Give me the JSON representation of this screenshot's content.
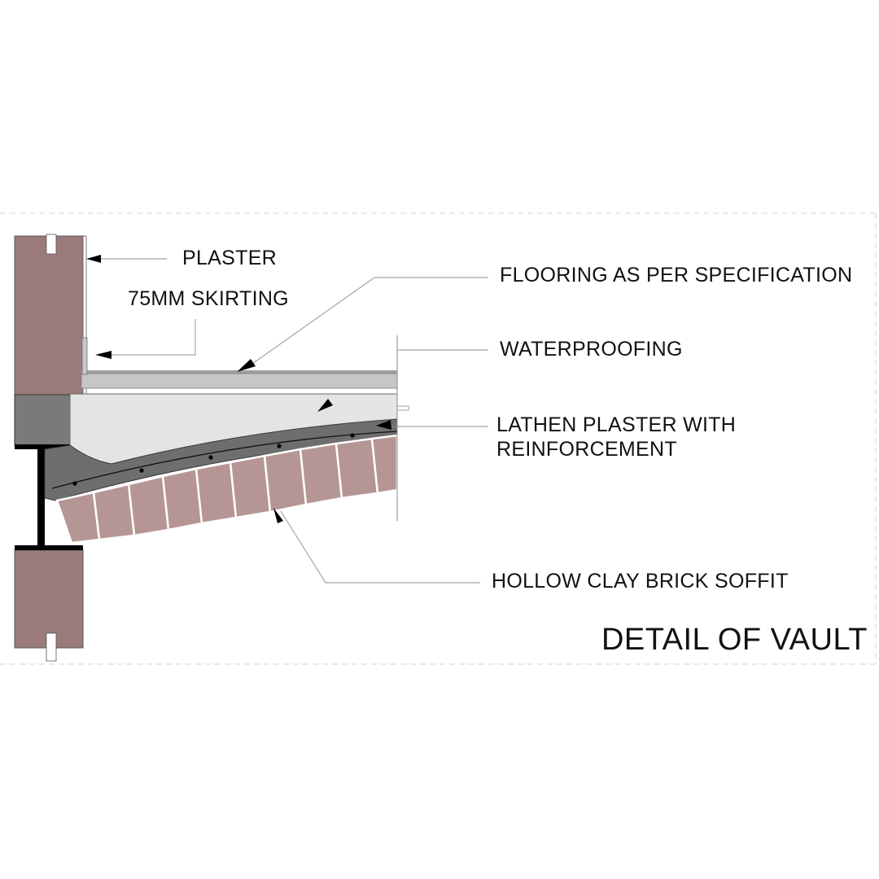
{
  "diagram": {
    "title": "DETAIL OF VAULT",
    "labels": {
      "plaster": "PLASTER",
      "skirting": "75MM SKIRTING",
      "flooring": "FLOORING AS PER SPECIFICATION",
      "waterproofing": "WATERPROOFING",
      "lathen_line1": "LATHEN PLASTER WITH",
      "lathen_line2": "REINFORCEMENT",
      "soffit": "HOLLOW CLAY BRICK SOFFIT"
    },
    "colors": {
      "brick_wall": "#9a7b7a",
      "brick_soffit": "#b59695",
      "concrete_fill": "#e4e4e4",
      "lathen_plaster": "#6e6e6e",
      "flooring": "#c6c6c6",
      "steel_beam": "#000000",
      "bearing_block": "#7a7a7a"
    }
  }
}
